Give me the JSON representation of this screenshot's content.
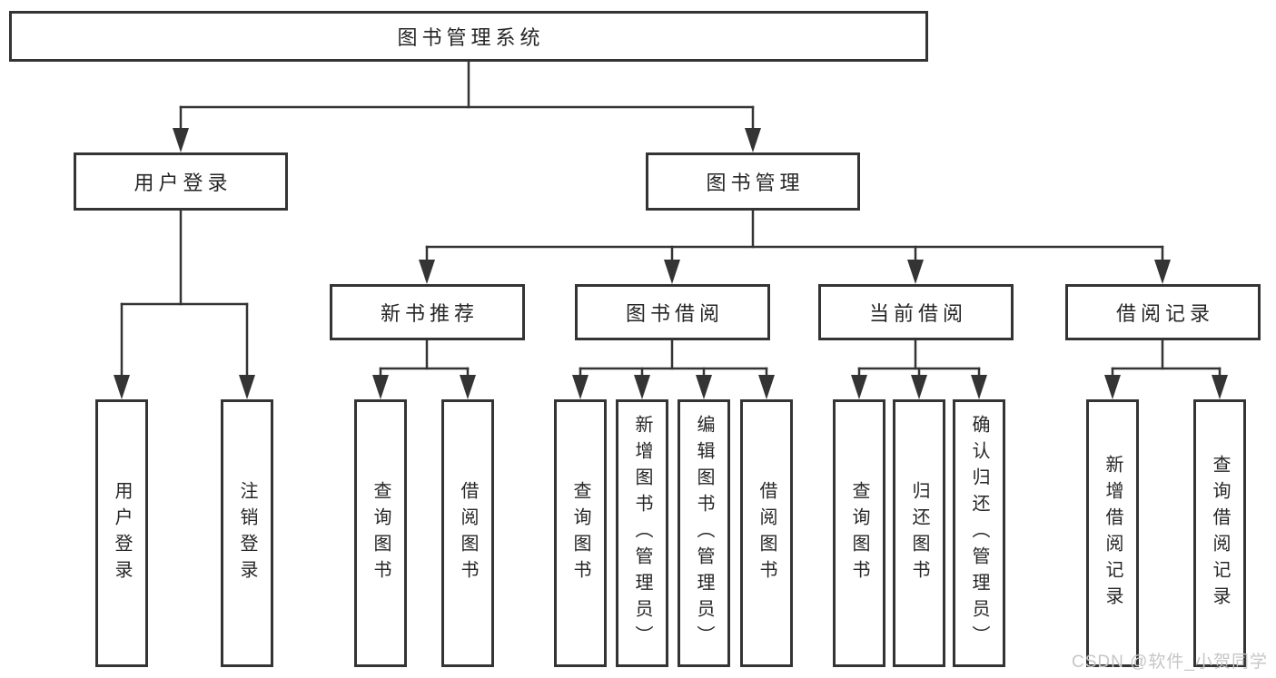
{
  "diagram": {
    "root": {
      "label": "图书管理系统"
    },
    "level2": [
      {
        "label": "用户登录"
      },
      {
        "label": "图书管理"
      }
    ],
    "level3": [
      {
        "label": "新书推荐"
      },
      {
        "label": "图书借阅"
      },
      {
        "label": "当前借阅"
      },
      {
        "label": "借阅记录"
      }
    ],
    "leaves": [
      {
        "label": "用户登录"
      },
      {
        "label": "注销登录"
      },
      {
        "label": "查询图书"
      },
      {
        "label": "借阅图书"
      },
      {
        "label": "查询图书"
      },
      {
        "label": "新增图书（管理员）"
      },
      {
        "label": "编辑图书（管理员）"
      },
      {
        "label": "借阅图书"
      },
      {
        "label": "查询图书"
      },
      {
        "label": "归还图书"
      },
      {
        "label": "确认归还（管理员）"
      },
      {
        "label": "新增借阅记录"
      },
      {
        "label": "查询借阅记录"
      }
    ],
    "watermark": "CSDN @软件_小贺同学",
    "colors": {
      "line": "#343434",
      "text": "#262626",
      "watermark": "#c6c6c6",
      "background": "#ffffff"
    }
  }
}
